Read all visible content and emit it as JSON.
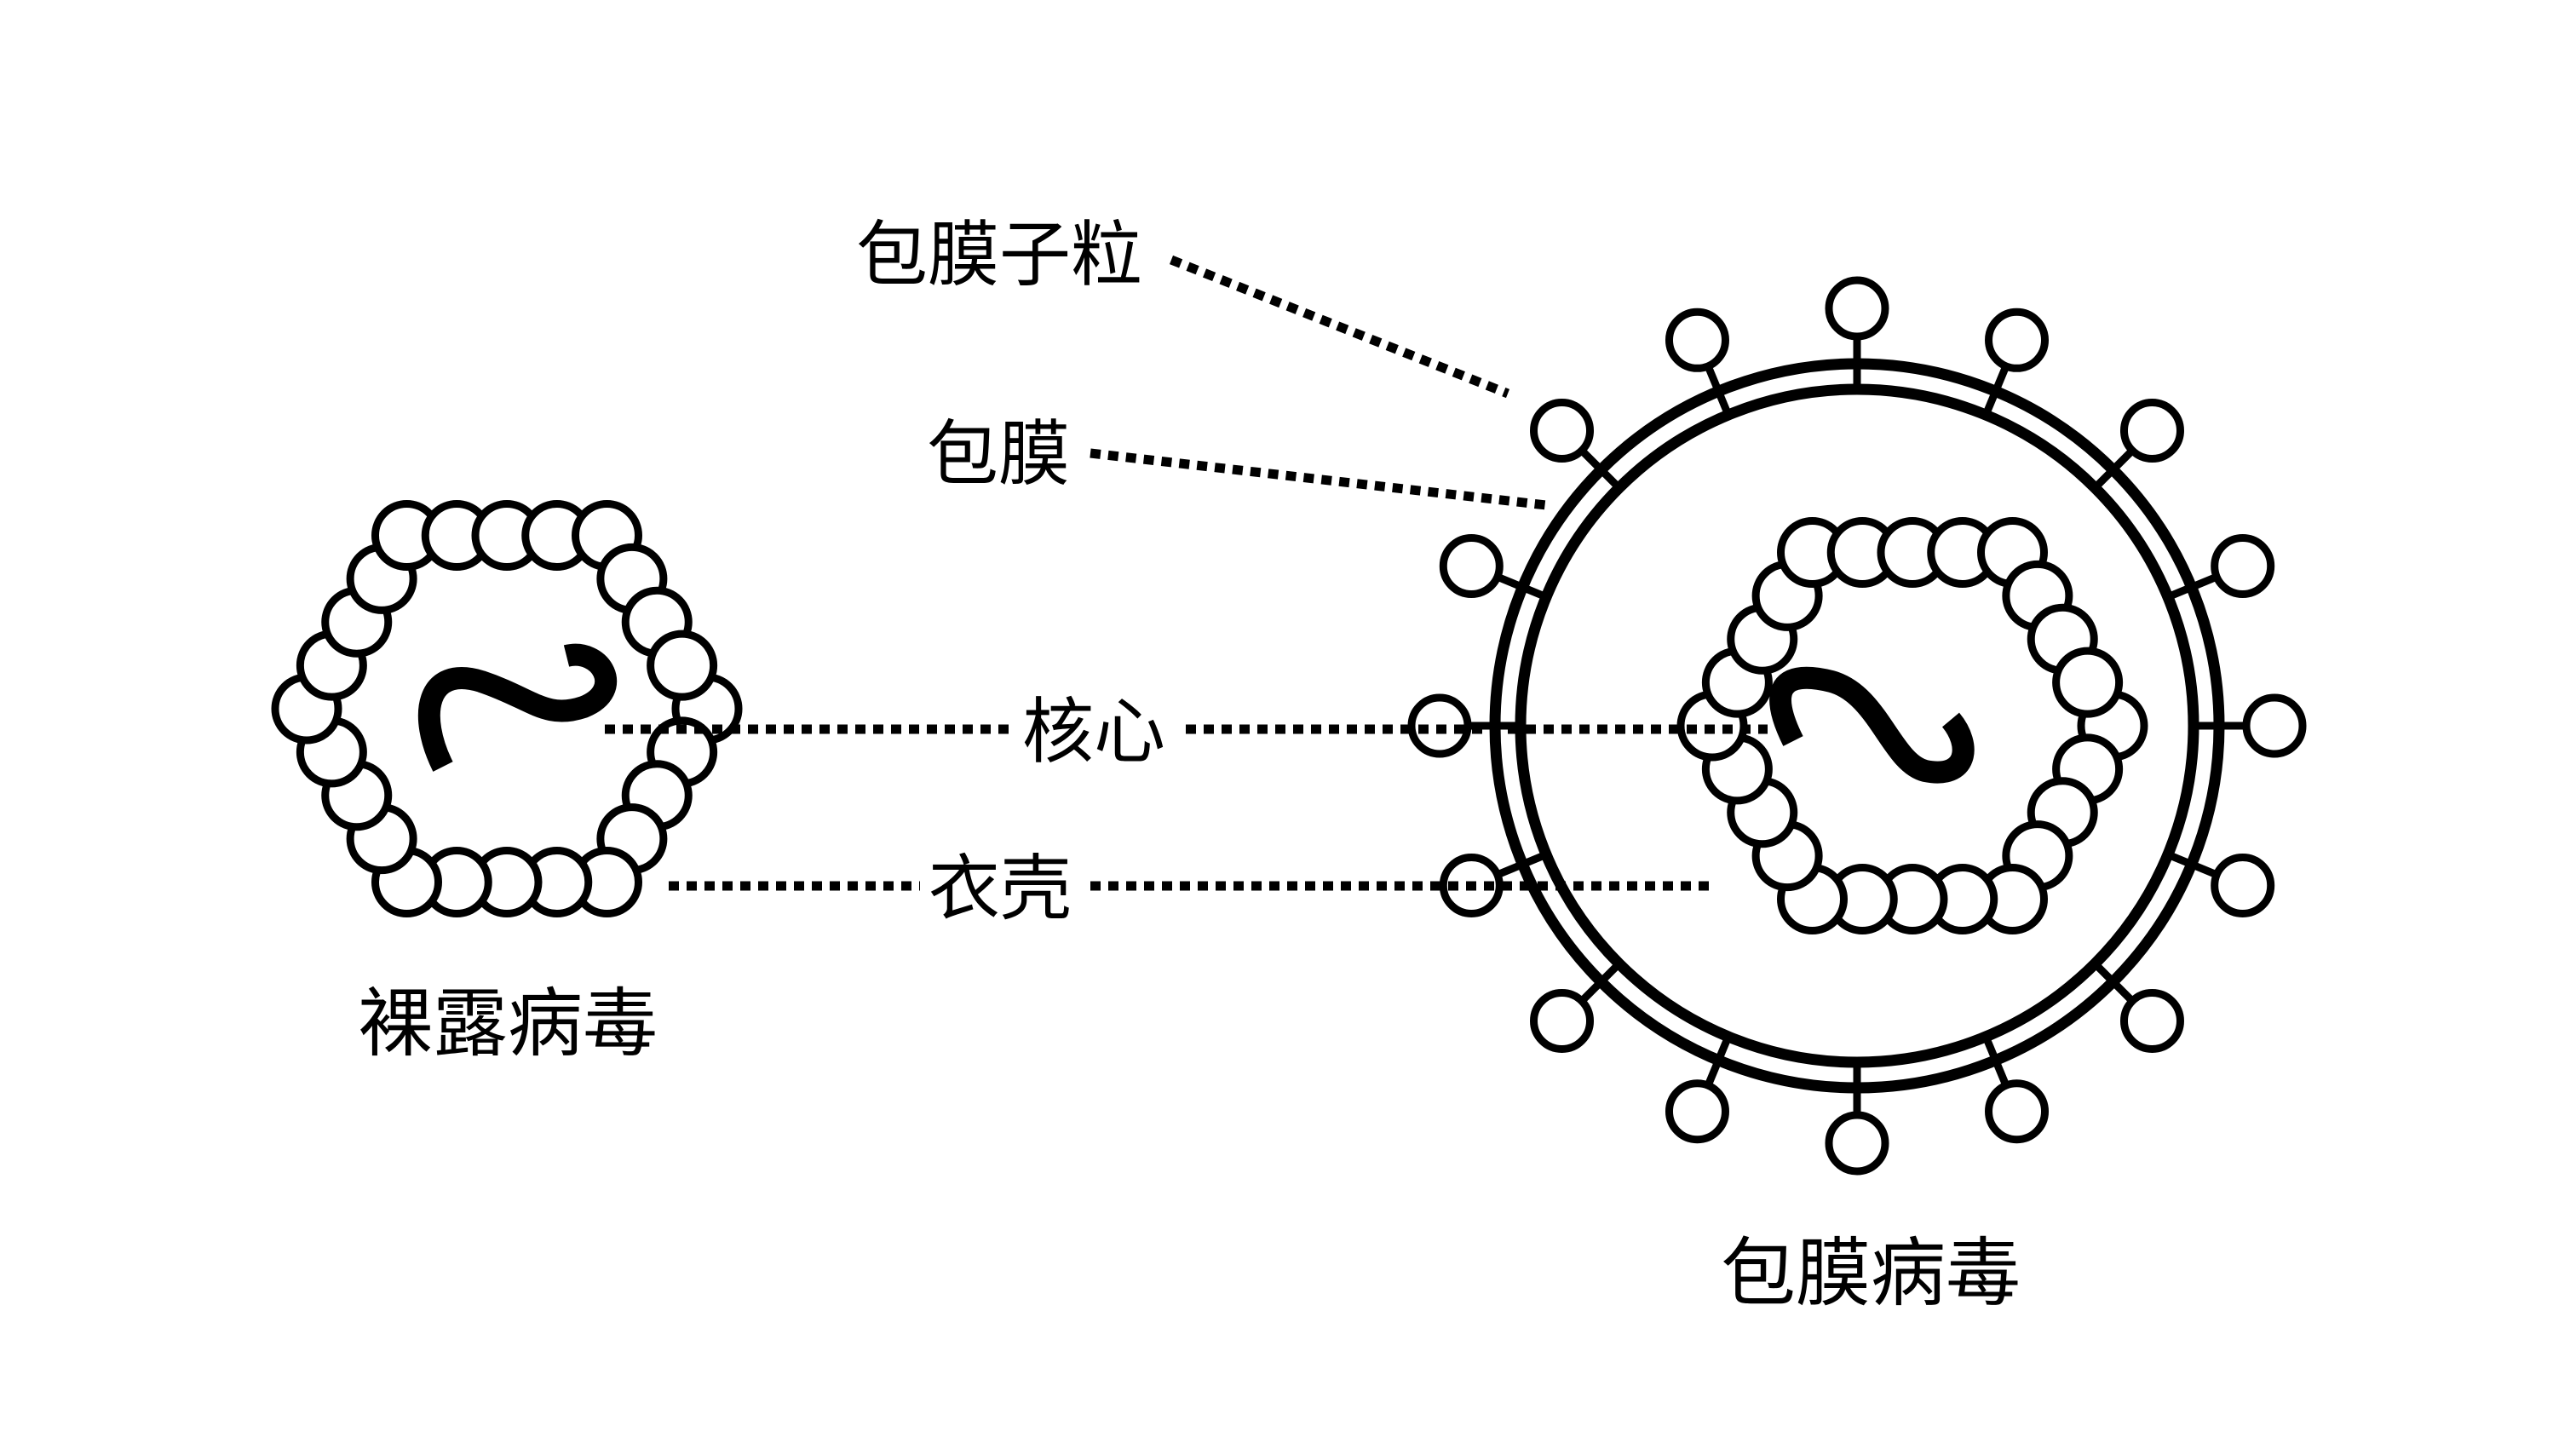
{
  "labels": {
    "envelope_subunit": "包膜子粒",
    "envelope": "包膜",
    "core": "核心",
    "capsid": "衣壳",
    "naked_virus": "裸露病毒",
    "enveloped_virus": "包膜病毒"
  },
  "colors": {
    "line": "#000000",
    "background": "#ffffff"
  }
}
